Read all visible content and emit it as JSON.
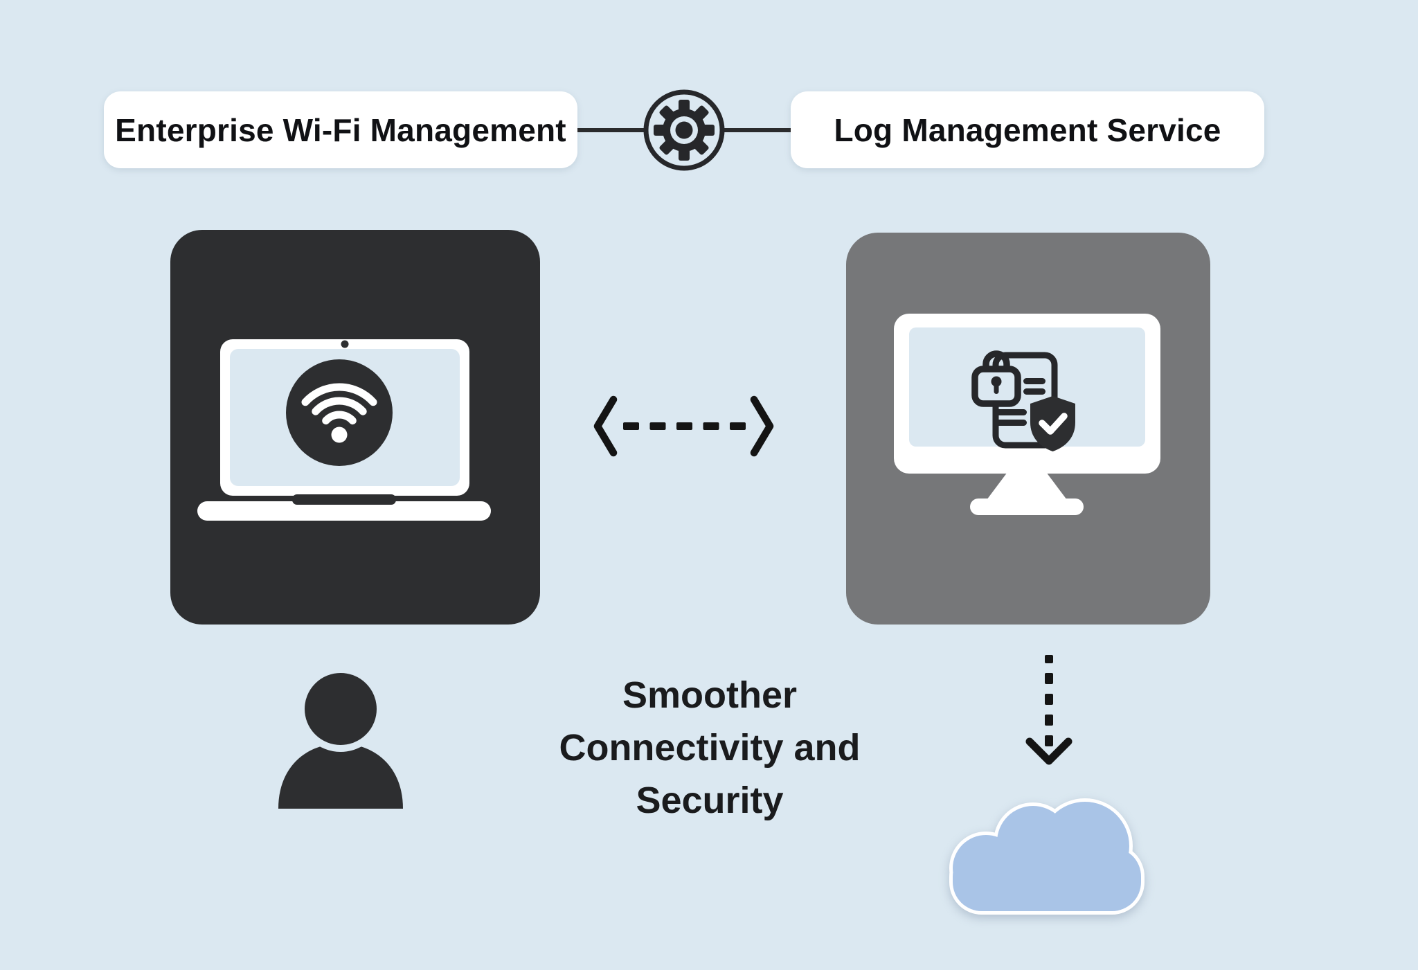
{
  "header": {
    "left_box": {
      "label": "Enterprise Wi-Fi Management"
    },
    "right_box": {
      "label": "Log Management Service"
    },
    "connector": {
      "icon": "gear-icon"
    }
  },
  "nodes": {
    "client": {
      "icon": "laptop-wifi-icon",
      "card_color": "#2d2e30"
    },
    "server": {
      "icon": "monitor-security-icon",
      "card_color": "#767779"
    },
    "user": {
      "icon": "person-icon"
    },
    "cloud": {
      "icon": "cloud-icon",
      "fill": "#a9c4e7"
    }
  },
  "relations": {
    "client_server": {
      "icon": "dashed-double-arrow-icon",
      "style": "dashed, double-headed, horizontal"
    },
    "server_cloud": {
      "icon": "dashed-down-arrow-icon",
      "style": "dashed, single-headed, vertical"
    }
  },
  "caption": {
    "text": "Smoother Connectivity and Security",
    "lines": [
      "Smoother",
      "Connectivity and",
      "Security"
    ]
  },
  "colors": {
    "background": "#dbe8f1",
    "dark_card": "#2d2e30",
    "gray_card": "#767779",
    "screen_fill": "#dbe8f1",
    "icon_dark": "#26272a",
    "arrow": "#141414",
    "caption_text": "#1a1b1d",
    "label_text": "#101114",
    "cloud_fill": "#a9c4e7",
    "cloud_stroke": "#ffffff",
    "white": "#ffffff"
  }
}
